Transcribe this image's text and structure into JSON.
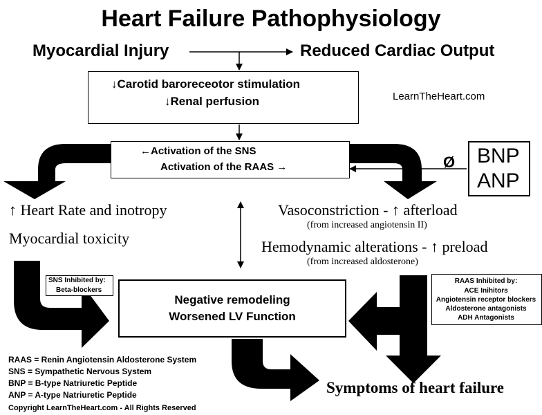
{
  "title": "Heart Failure Pathophysiology",
  "top": {
    "left": "Myocardial Injury",
    "right": "Reduced Cardiac Output"
  },
  "box1": {
    "line1": "↓Carotid baroreceotor stimulation",
    "line2": "↓Renal perfusion"
  },
  "watermark": "LearnTheHeart.com",
  "box2": {
    "line1": "←Activation of the SNS",
    "line2": "Activation of the RAAS →"
  },
  "inhibit_symbol": "Ø",
  "peptides": {
    "line1": "BNP",
    "line2": "ANP"
  },
  "sns_effects": {
    "line1": "↑ Heart Rate and inotropy",
    "line2": "Myocardial toxicity"
  },
  "raas_effects": {
    "vaso": "Vasoconstriction - ↑ afterload",
    "vaso_note": "(from increased angiotensin II)",
    "hemo": "Hemodynamic alterations - ↑ preload",
    "hemo_note": "(from increased aldosterone)"
  },
  "sns_inhibited": {
    "title": "SNS Inhibited by:",
    "item": "Beta-blockers"
  },
  "remodel": {
    "line1": "Negative remodeling",
    "line2": "Worsened LV Function"
  },
  "raas_inhibited": {
    "title": "RAAS Inhibited by:",
    "items": [
      "ACE Inihitors",
      "Angiotensin receptor blockers",
      "Aldosterone antagonists",
      "ADH Antagonists"
    ]
  },
  "legend": [
    "RAAS = Renin Angiotensin Aldosterone System",
    "SNS = Sympathetic Nervous System",
    "BNP = B-type Natriuretic Peptide",
    "ANP = A-type Natriuretic Peptide"
  ],
  "symptoms": "Symptoms of heart failure",
  "copyright": "Copyright LearnTheHeart.com - All Rights Reserved"
}
